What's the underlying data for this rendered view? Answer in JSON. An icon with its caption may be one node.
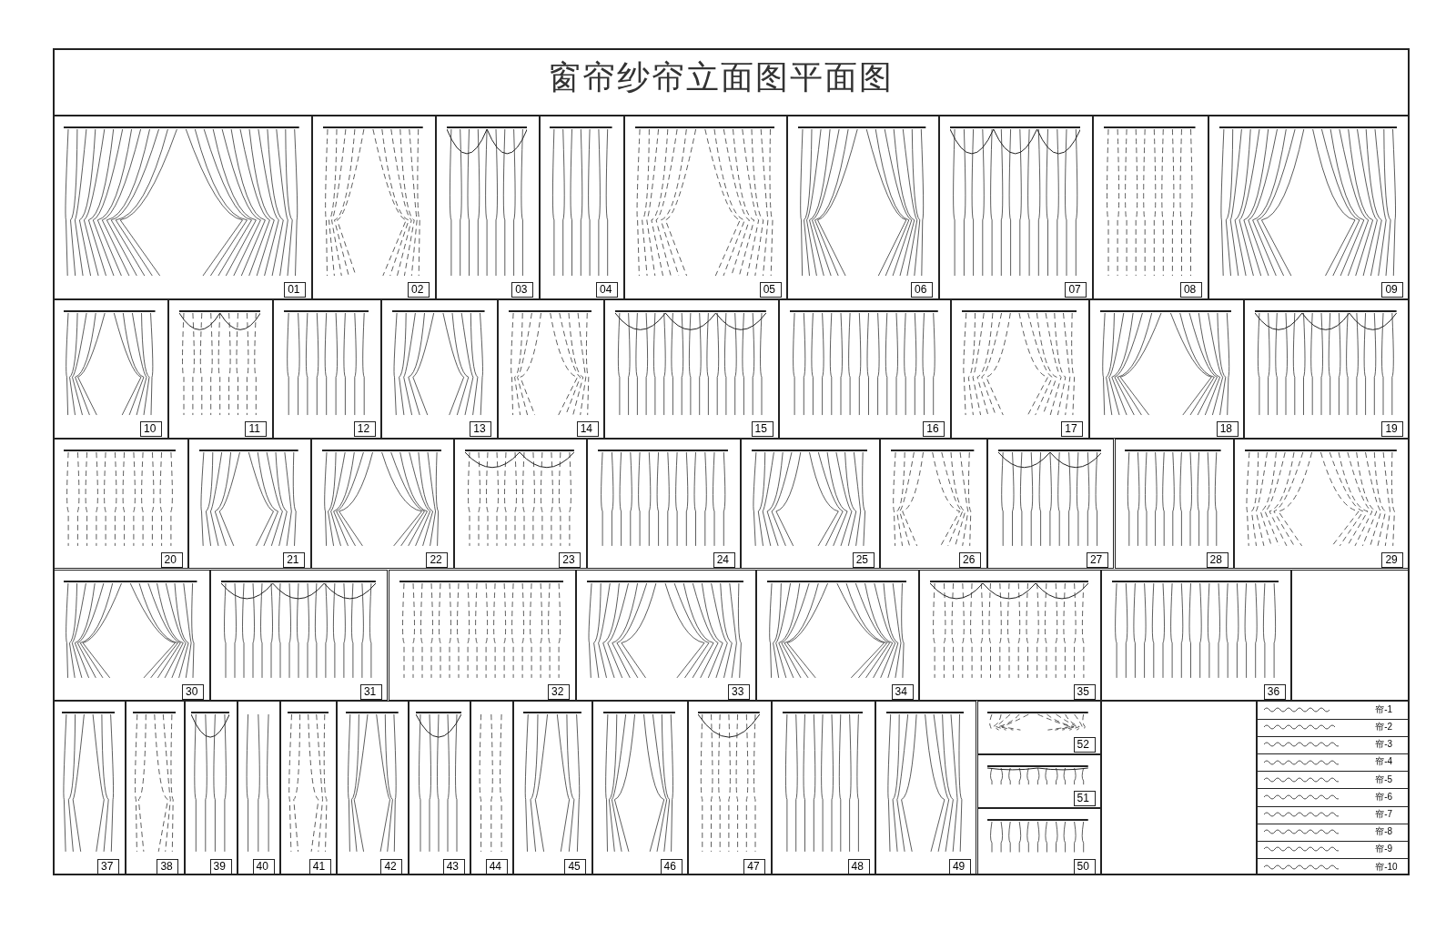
{
  "diagram": {
    "title": "窗帘纱帘立面图平面图",
    "labels": [
      "01",
      "02",
      "03",
      "04",
      "05",
      "06",
      "07",
      "08",
      "09",
      "10",
      "11",
      "12",
      "13",
      "14",
      "15",
      "16",
      "17",
      "18",
      "19",
      "20",
      "21",
      "22",
      "23",
      "24",
      "25",
      "26",
      "27",
      "28",
      "29",
      "30",
      "31",
      "32",
      "33",
      "34",
      "35",
      "36",
      "37",
      "38",
      "39",
      "40",
      "41",
      "42",
      "43",
      "44",
      "45",
      "46",
      "47",
      "48",
      "49",
      "52",
      "51",
      "50"
    ],
    "legend": [
      {
        "text": "帘-1"
      },
      {
        "text": "帘-2"
      },
      {
        "text": "帘-3"
      },
      {
        "text": "帘-4"
      },
      {
        "text": "帘-5"
      },
      {
        "text": "帘-6"
      },
      {
        "text": "帘-7"
      },
      {
        "text": "帘-8"
      },
      {
        "text": "帘-9"
      },
      {
        "text": "帘-10"
      }
    ]
  }
}
